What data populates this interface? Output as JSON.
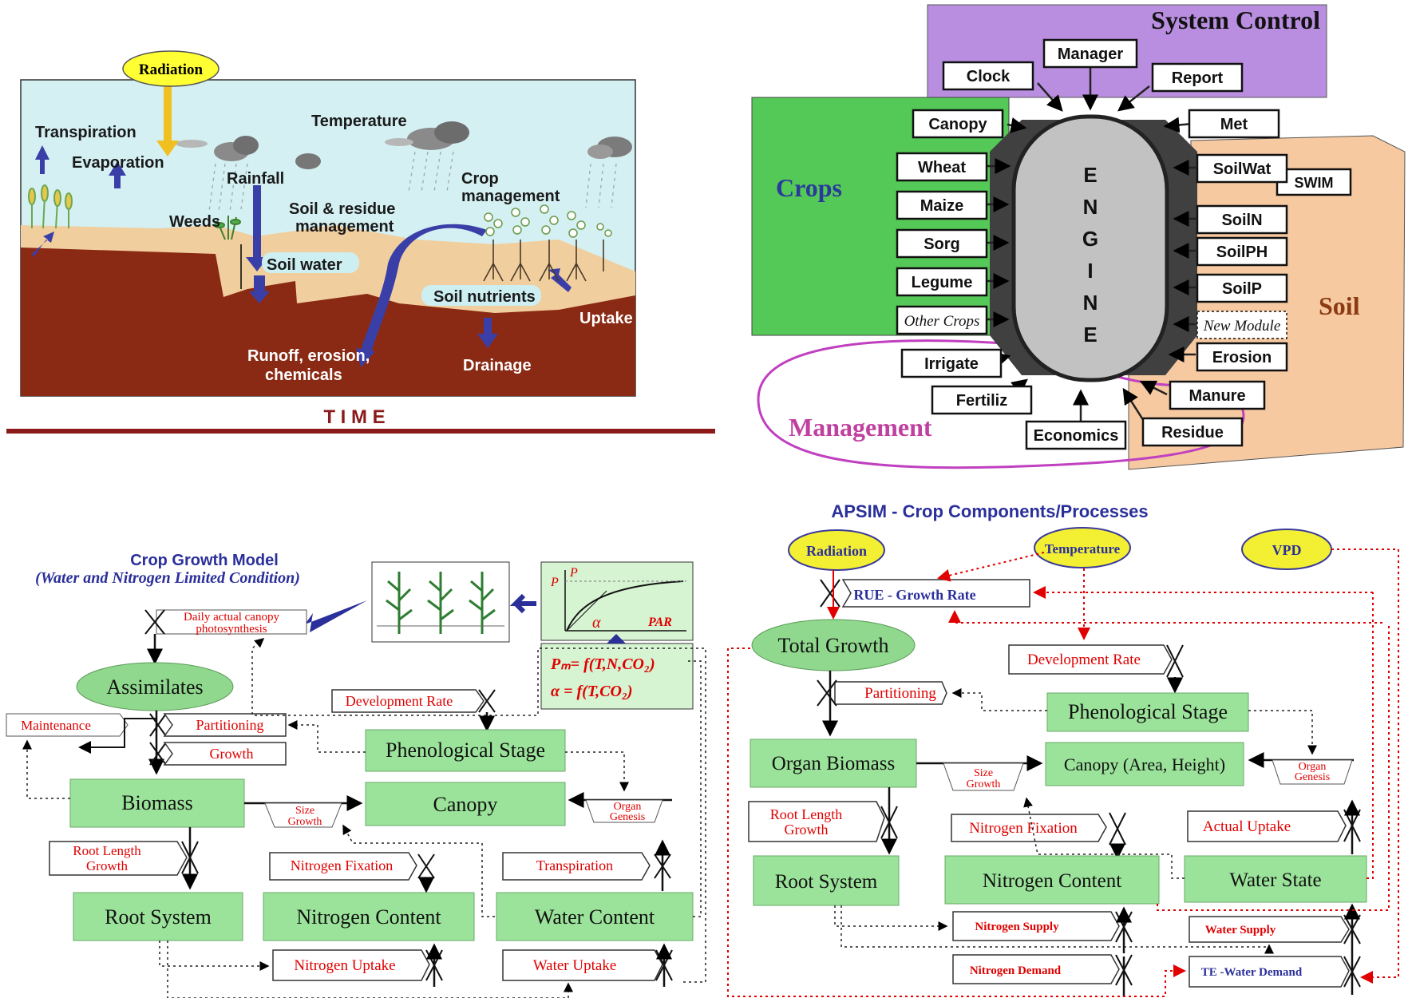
{
  "landscape": {
    "radiation": "Radiation",
    "transpiration": "Transpiration",
    "evaporation": "Evaporation",
    "temperature": "Temperature",
    "rainfall": "Rainfall",
    "weeds": "Weeds",
    "soil_residue_1": "Soil & residue",
    "soil_residue_2": "management",
    "crop_mgmt_1": "Crop",
    "crop_mgmt_2": "management",
    "soil_water": "Soil water",
    "soil_nutrients": "Soil nutrients",
    "uptake": "Uptake",
    "runoff_1": "Runoff, erosion,",
    "runoff_2": "chemicals",
    "drainage": "Drainage",
    "time": "T  I  M  E"
  },
  "apsim": {
    "system_control": "System Control",
    "manager": "Manager",
    "clock": "Clock",
    "report": "Report",
    "canopy": "Canopy",
    "met": "Met",
    "crops": "Crops",
    "wheat": "Wheat",
    "maize": "Maize",
    "sorg": "Sorg",
    "legume": "Legume",
    "other_crops": "Other Crops",
    "engine": [
      "E",
      "N",
      "G",
      "I",
      "N",
      "E"
    ],
    "soilwat": "SoilWat",
    "swim": "SWIM",
    "soiln": "SoilN",
    "soilph": "SoilPH",
    "soilp": "SoilP",
    "new_module": "New Module",
    "soil": "Soil",
    "erosion": "Erosion",
    "irrigate": "Irrigate",
    "fertiliz": "Fertiliz",
    "manure": "Manure",
    "economics": "Economics",
    "residue": "Residue",
    "management": "Management"
  },
  "cgm": {
    "title": "Crop Growth Model",
    "subtitle": "(Water and Nitrogen Limited Condition)",
    "daily_1": "Daily actual canopy",
    "daily_2": "photosynthesis",
    "pm": "P",
    "p": "P",
    "alpha": "α",
    "par": "PAR",
    "eq1": "Pₘ= f(T,N,CO₂)",
    "eq2": "α  = f(T,CO₂)",
    "assimilates": "Assimilates",
    "maintenance": "Maintenance",
    "partitioning": "Partitioning",
    "growth": "Growth",
    "development_rate": "Development Rate",
    "phenological_stage": "Phenological Stage",
    "biomass": "Biomass",
    "canopy": "Canopy",
    "size_growth_1": "Size",
    "size_growth_2": "Growth",
    "organ_genesis_1": "Organ",
    "organ_genesis_2": "Genesis",
    "root_length_1": "Root Length",
    "root_length_2": "Growth",
    "nitrogen_fixation": "Nitrogen Fixation",
    "transpiration": "Transpiration",
    "root_system": "Root System",
    "nitrogen_content": "Nitrogen Content",
    "water_content": "Water Content",
    "nitrogen_uptake": "Nitrogen Uptake",
    "water_uptake": "Water  Uptake"
  },
  "ccp": {
    "title": "APSIM - Crop Components/Processes",
    "radiation": "Radiation",
    "temperature": "Temperature",
    "vpd": "VPD",
    "rue": "RUE - Growth Rate",
    "total_growth": "Total Growth",
    "development_rate": "Development Rate",
    "partitioning": "Partitioning",
    "phenological_stage": "Phenological Stage",
    "organ_biomass": "Organ Biomass",
    "canopy": "Canopy (Area, Height)",
    "size_growth_1": "Size",
    "size_growth_2": "Growth",
    "organ_genesis_1": "Organ",
    "organ_genesis_2": "Genesis",
    "root_length_1": "Root Length",
    "root_length_2": "Growth",
    "nitrogen_fixation": "Nitrogen Fixation",
    "actual_uptake": "Actual Uptake",
    "root_system": "Root System",
    "nitrogen_content": "Nitrogen Content",
    "water_state": "Water State",
    "nitrogen_supply": "Nitrogen Supply",
    "water_supply": "Water Supply",
    "nitrogen_demand": "Nitrogen Demand",
    "te_water_demand": "TE -Water Demand"
  }
}
